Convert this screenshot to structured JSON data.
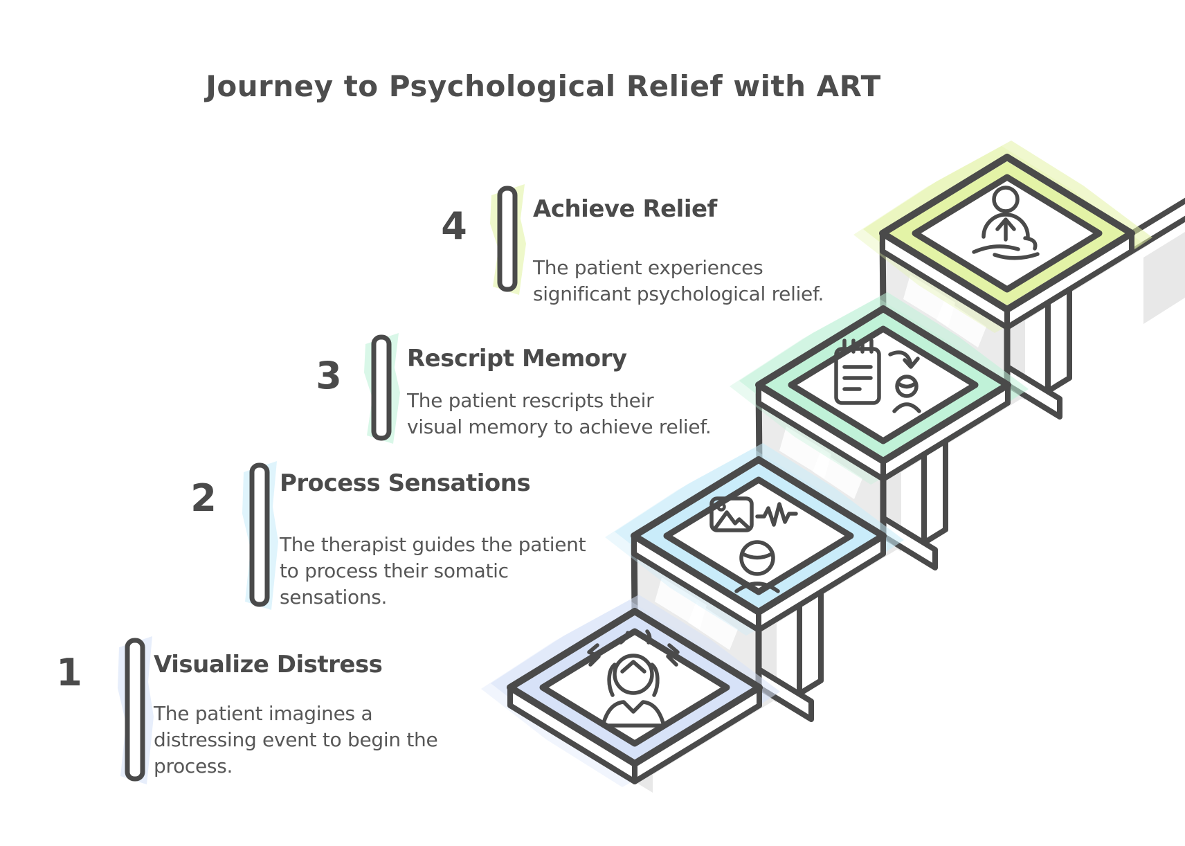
{
  "title": "Journey to Psychological Relief with ART",
  "colors": {
    "ink": "#4a4a4a",
    "text": "#575757",
    "wall_gray": "#ebebeb",
    "shadow_gray": "#e8e8e8",
    "background": "#ffffff"
  },
  "steps": [
    {
      "number": "1",
      "heading": "Visualize Distress",
      "description_lines": [
        "The patient imagines a",
        "distressing event to begin the",
        "process."
      ],
      "color": "#d7e2f8",
      "icon": "distressed-person-icon"
    },
    {
      "number": "2",
      "heading": "Process Sensations",
      "description_lines": [
        "The therapist guides the patient",
        "to process their somatic",
        "sensations."
      ],
      "color": "#c9ecfa",
      "icon": "image-pulse-person-icon"
    },
    {
      "number": "3",
      "heading": "Rescript Memory",
      "description_lines": [
        "The patient rescripts their",
        "visual memory to achieve relief."
      ],
      "color": "#c0f2d8",
      "icon": "notepad-arrow-person-icon"
    },
    {
      "number": "4",
      "heading": "Achieve Relief",
      "description_lines": [
        "The patient experiences",
        "significant psychological relief."
      ],
      "color": "#e3f3a6",
      "icon": "meditating-person-icon"
    }
  ]
}
